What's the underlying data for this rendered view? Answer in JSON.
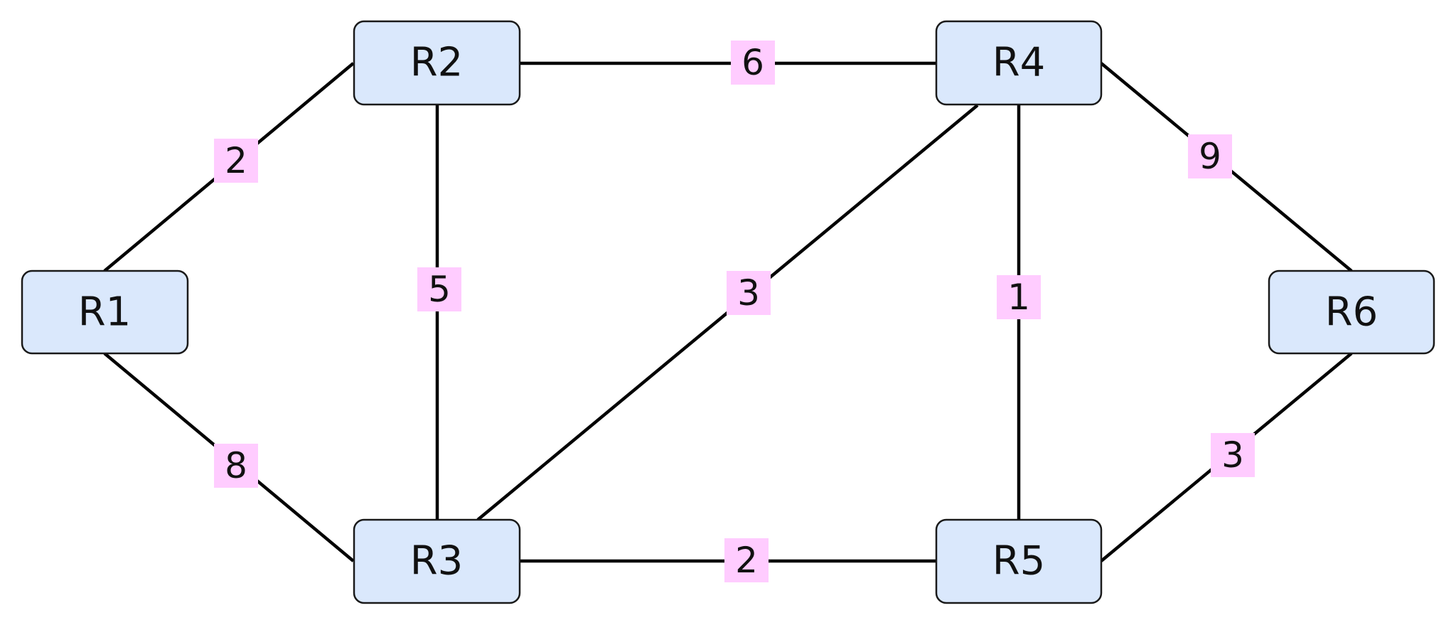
{
  "diagram": {
    "type": "weighted-undirected-graph",
    "colors": {
      "node_fill": "#dae8fc",
      "node_stroke": "#1a1a1a",
      "edge": "#000000",
      "weight_bg": "#ffccff",
      "text": "#111111"
    },
    "nodes": [
      {
        "id": "R1",
        "label": "R1"
      },
      {
        "id": "R2",
        "label": "R2"
      },
      {
        "id": "R3",
        "label": "R3"
      },
      {
        "id": "R4",
        "label": "R4"
      },
      {
        "id": "R5",
        "label": "R5"
      },
      {
        "id": "R6",
        "label": "R6"
      }
    ],
    "edges": [
      {
        "from": "R1",
        "to": "R2",
        "weight": "2"
      },
      {
        "from": "R1",
        "to": "R3",
        "weight": "8"
      },
      {
        "from": "R2",
        "to": "R3",
        "weight": "5"
      },
      {
        "from": "R2",
        "to": "R4",
        "weight": "6"
      },
      {
        "from": "R3",
        "to": "R4",
        "weight": "3"
      },
      {
        "from": "R3",
        "to": "R5",
        "weight": "2"
      },
      {
        "from": "R4",
        "to": "R5",
        "weight": "1"
      },
      {
        "from": "R4",
        "to": "R6",
        "weight": "9"
      },
      {
        "from": "R5",
        "to": "R6",
        "weight": "3"
      }
    ]
  }
}
